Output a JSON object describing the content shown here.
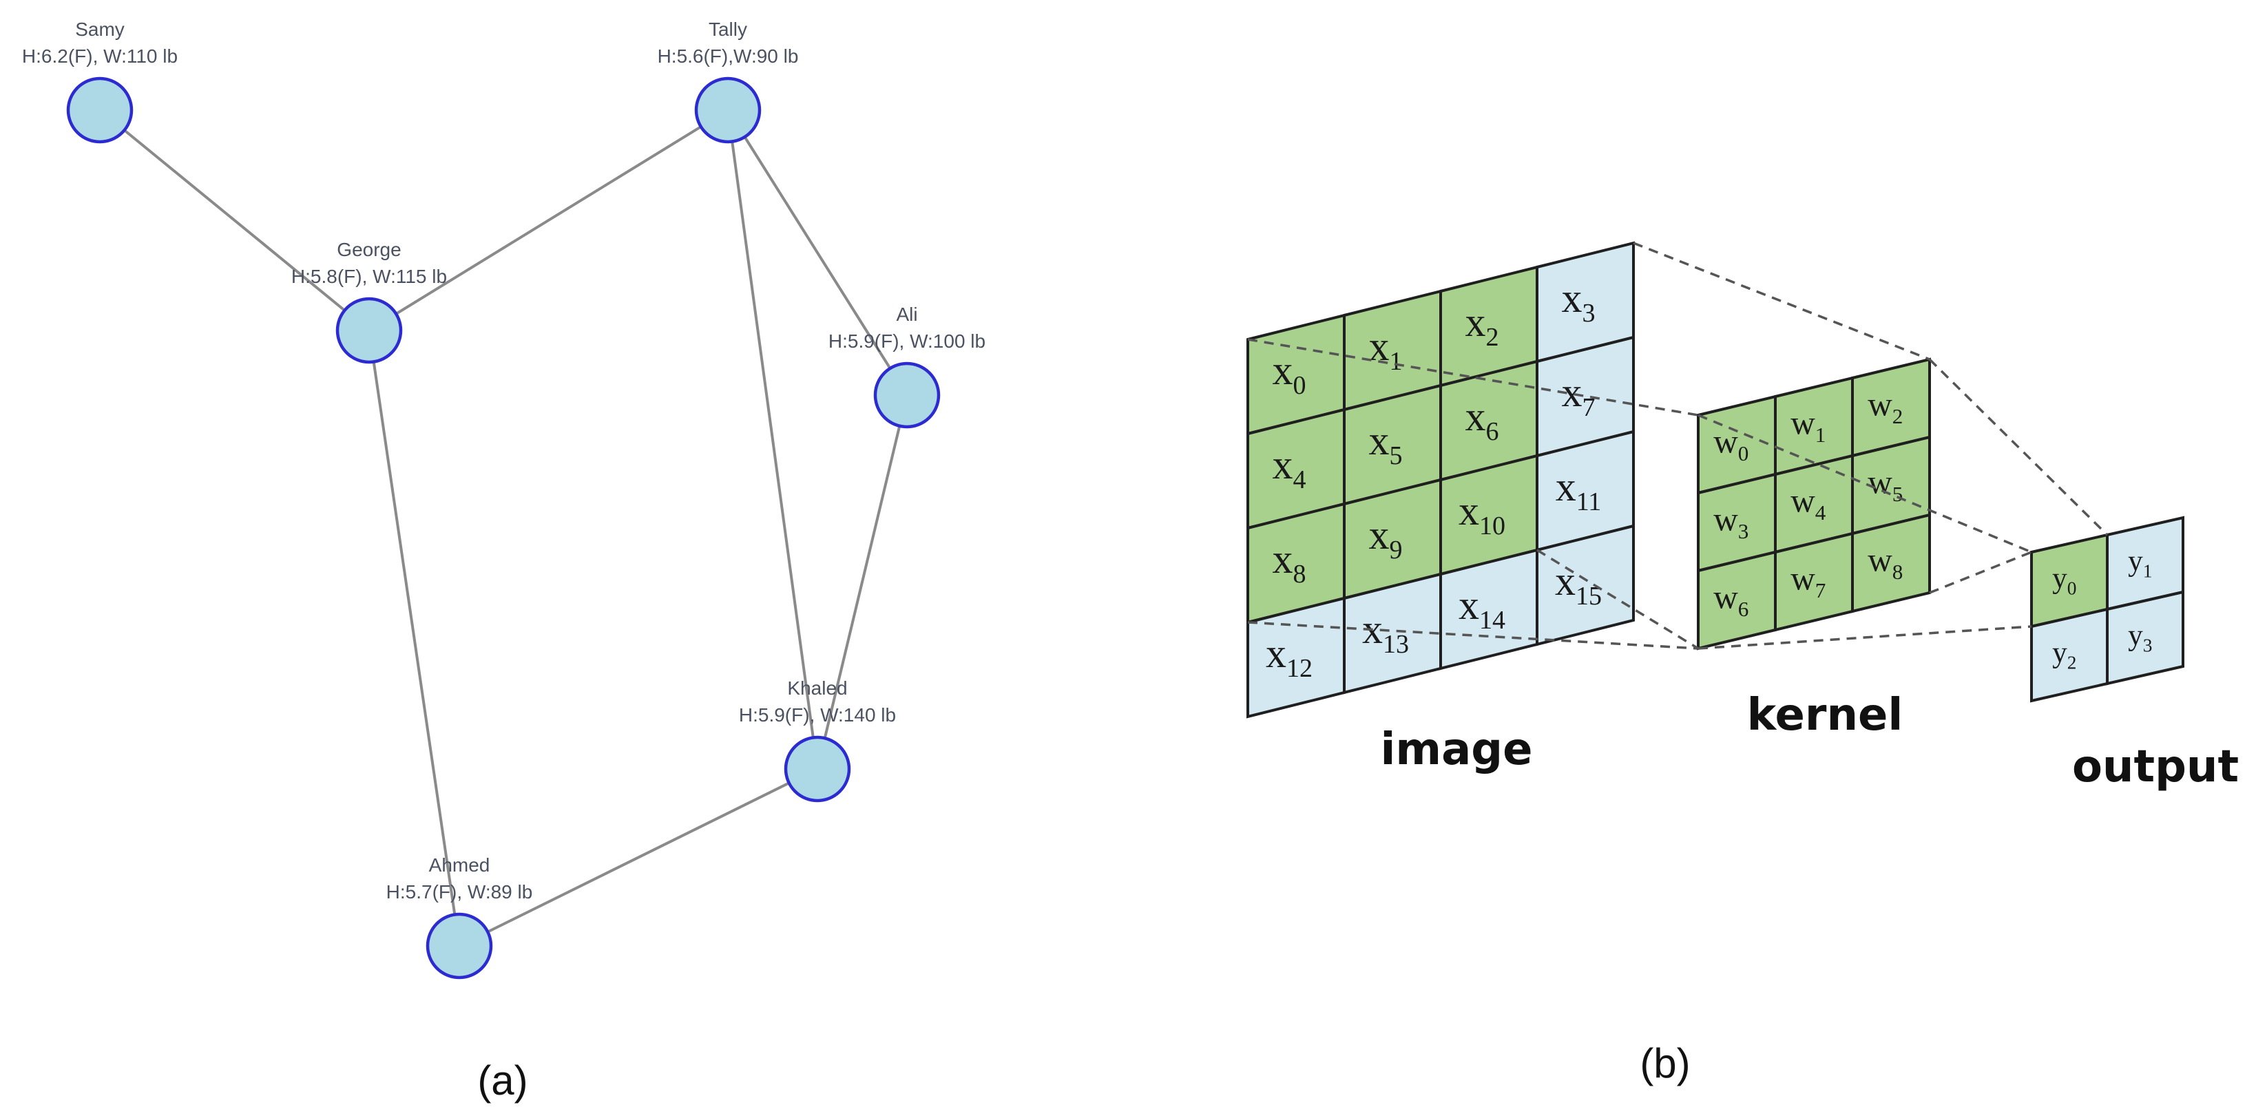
{
  "panel_a": {
    "label": "(a)",
    "nodes": [
      {
        "id": "samy",
        "name": "Samy",
        "attr": "H:6.2(F), W:110 lb"
      },
      {
        "id": "tally",
        "name": "Tally",
        "attr": "H:5.6(F),W:90 lb"
      },
      {
        "id": "george",
        "name": "George",
        "attr": "H:5.8(F), W:115 lb"
      },
      {
        "id": "ali",
        "name": "Ali",
        "attr": "H:5.9(F), W:100 lb"
      },
      {
        "id": "khaled",
        "name": "Khaled",
        "attr": "H:5.9(F), W:140 lb"
      },
      {
        "id": "ahmed",
        "name": "Ahmed",
        "attr": "H:5.7(F), W:89 lb"
      }
    ],
    "edges": [
      [
        "samy",
        "george"
      ],
      [
        "george",
        "tally"
      ],
      [
        "george",
        "ahmed"
      ],
      [
        "tally",
        "ali"
      ],
      [
        "tally",
        "khaled"
      ],
      [
        "ali",
        "khaled"
      ],
      [
        "khaled",
        "ahmed"
      ]
    ],
    "colors": {
      "node_fill": "#add8e6",
      "node_stroke": "#2b2bd1",
      "edge": "#8a8a8a"
    }
  },
  "panel_b": {
    "label": "(b)",
    "image": {
      "label": "image",
      "rows": 4,
      "cols": 4,
      "symbol": "x",
      "kernel_window": 3
    },
    "kernel": {
      "label": "kernel",
      "rows": 3,
      "cols": 3,
      "symbol": "w"
    },
    "output": {
      "label": "output",
      "rows": 2,
      "cols": 2,
      "symbol": "y",
      "highlighted": 0
    },
    "colors": {
      "highlight": "#a9d18e",
      "background_cell": "#d4e8f1"
    }
  }
}
